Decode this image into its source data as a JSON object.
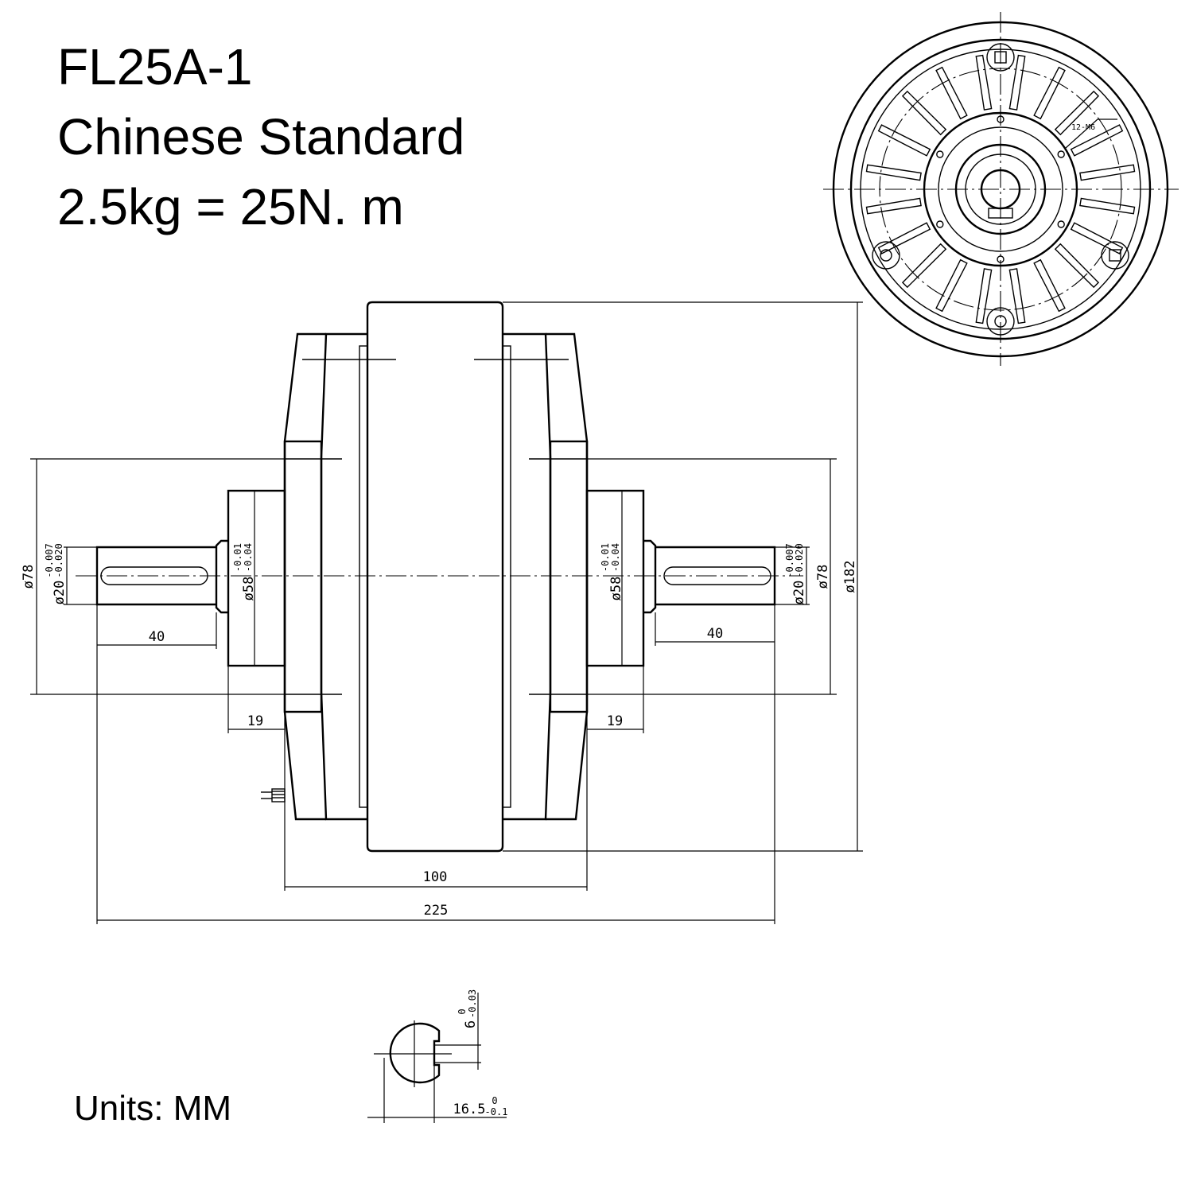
{
  "header": {
    "model": "FL25A-1",
    "standard": "Chinese Standard",
    "torque": "2.5kg = 25N. m"
  },
  "units": "Units: MM",
  "dimensions": {
    "shaft_length": "40",
    "hub_length": "19",
    "body_width": "100",
    "overall_length": "225",
    "flange_dia": "ø78",
    "shaft_dia": "ø20",
    "shaft_tol_upper": "-0.007",
    "shaft_tol_lower": "-0.020",
    "hub_dia": "ø58",
    "hub_tol_upper": "-0.01",
    "hub_tol_lower": "-0.04",
    "outer_dia": "ø182",
    "key_height": "6",
    "key_tol_upper": "0",
    "key_tol_lower": "-0.03",
    "key_depth": "16.5",
    "key_depth_tol_upper": "0",
    "key_depth_tol_lower": "-0.1",
    "bolt_label": "12-M6"
  }
}
